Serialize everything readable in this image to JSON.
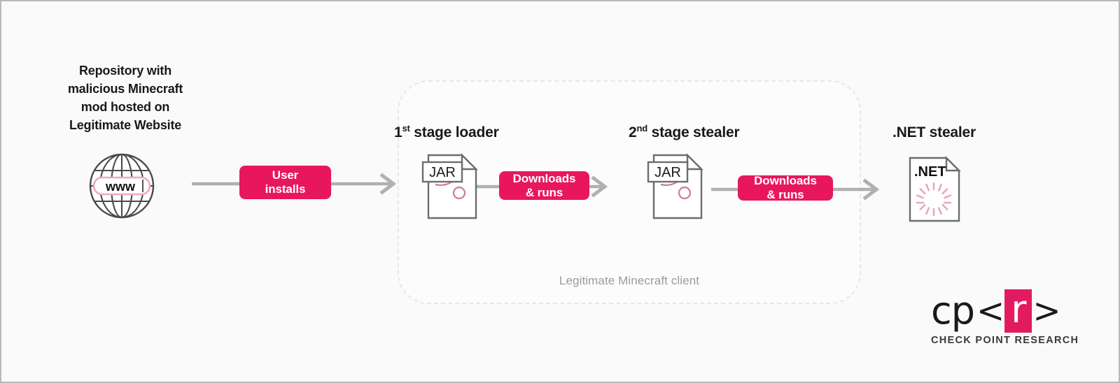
{
  "diagram": {
    "background_color": "#fafafa",
    "accent_color": "#e8175d",
    "arrow_color": "#b0b0b0",
    "repository": {
      "caption_line1": "Repository with",
      "caption_line2": "malicious Minecraft",
      "caption_line3": "mod hosted on",
      "caption_line4": "Legitimate Website",
      "icon": "globe-www-icon",
      "icon_label": "www"
    },
    "container": {
      "label": "Legitimate Minecraft client",
      "border_style": "dashed"
    },
    "stages": [
      {
        "id": "first-stage-loader",
        "title_prefix": "1",
        "title_sup": "st",
        "title_rest": " stage loader",
        "icon": "jar-file-icon",
        "icon_label": "JAR"
      },
      {
        "id": "second-stage-stealer",
        "title_prefix": "2",
        "title_sup": "nd",
        "title_rest": " stage stealer",
        "icon": "jar-file-icon",
        "icon_label": "JAR"
      },
      {
        "id": "net-stealer",
        "title": ".NET stealer",
        "icon": "dotnet-file-icon",
        "icon_label": ".NET"
      }
    ],
    "badges": [
      {
        "id": "user-installs",
        "line1": "User",
        "line2": "installs"
      },
      {
        "id": "downloads-runs-1",
        "line1": "Downloads",
        "line2": "& runs"
      },
      {
        "id": "downloads-runs-2",
        "line1": "Downloads",
        "line2": "& runs"
      }
    ],
    "logo": {
      "mark_cp": "cp",
      "mark_lt": "<",
      "mark_r": "r",
      "mark_gt": ">",
      "subtitle": "CHECK POINT RESEARCH",
      "box_color": "#e21b60"
    }
  }
}
